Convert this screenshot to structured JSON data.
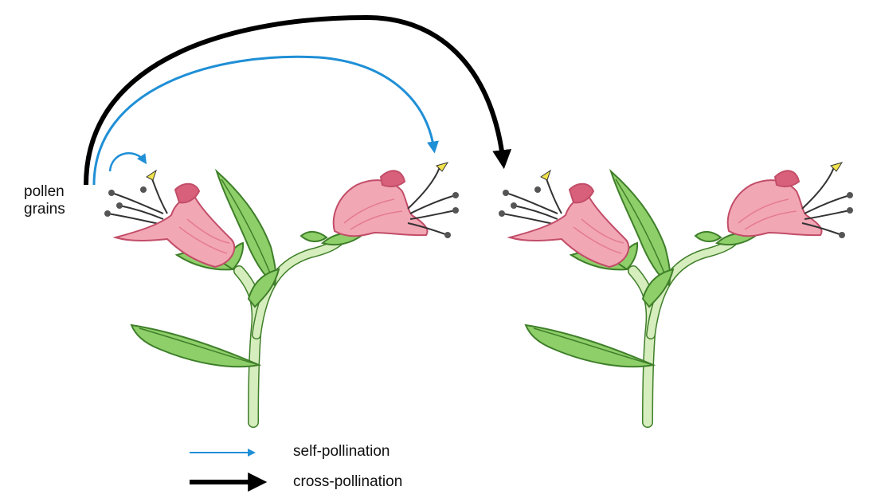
{
  "diagram": {
    "pollen_label_line1": "pollen",
    "pollen_label_line2": "grains",
    "legend": {
      "self": "self-pollination",
      "cross": "cross-pollination"
    }
  },
  "colors": {
    "self_arrow": "#1f8fd6",
    "cross_arrow": "#000000",
    "petal": "#f2a7b5",
    "petal_dark": "#d9607a",
    "leaf": "#8fcf6a",
    "leaf_dark": "#3f7f2a",
    "stem": "#cfe8b0",
    "stigma": "#f1e34a"
  }
}
